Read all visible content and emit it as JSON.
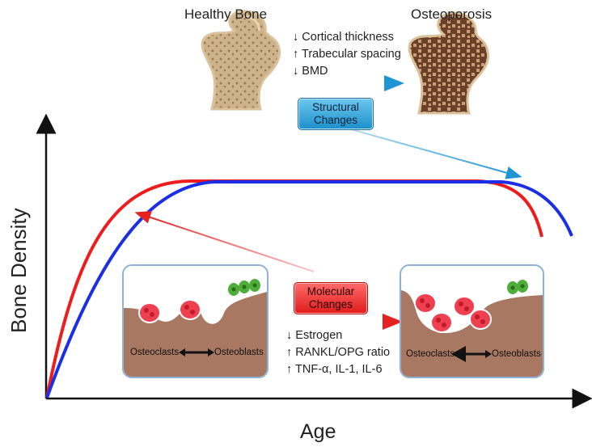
{
  "header": {
    "healthy_label": "Healthy Bone",
    "osteoporosis_label": "Osteoporosis"
  },
  "structural_list": [
    {
      "arrow": "↓",
      "text": "Cortical thickness"
    },
    {
      "arrow": "↑",
      "text": "Trabecular spacing"
    },
    {
      "arrow": "↓",
      "text": "BMD"
    }
  ],
  "structural_box": {
    "line1": "Structural",
    "line2": "Changes"
  },
  "molecular_box": {
    "line1": "Molecular",
    "line2": "Changes"
  },
  "molecular_list": [
    {
      "arrow": "↓",
      "text": "Estrogen"
    },
    {
      "arrow": "↑",
      "text": "RANKL/OPG ratio"
    },
    {
      "arrow": "↑",
      "text": "TNF-α, IL-1, IL-6"
    }
  ],
  "left_panel": {
    "osteoclasts": "Osteoclasts",
    "osteoblasts": "Osteoblasts"
  },
  "right_panel": {
    "osteoclasts": "Osteoclasts",
    "osteoblasts": "Osteoblasts"
  },
  "axes": {
    "ylabel": "Bone Density",
    "xlabel": "Age"
  },
  "colors": {
    "red_curve": "#ee1c1c",
    "blue_curve": "#1a2fe6",
    "bone_surface": "#a87862",
    "osteoclast": "#ee4050",
    "osteoblast": "#4fae3a",
    "structural_accent": "#1f95d6",
    "molecular_accent": "#e52222"
  }
}
